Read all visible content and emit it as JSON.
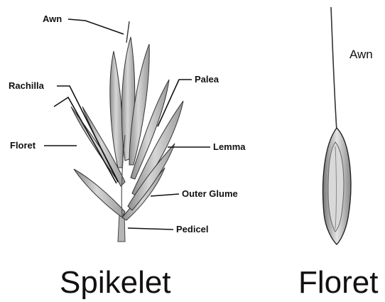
{
  "spikelet": {
    "title": "Spikelet",
    "labels": {
      "awn": "Awn",
      "rachilla": "Rachilla",
      "palea": "Palea",
      "floret": "Floret",
      "lemma": "Lemma",
      "outer_glume": "Outer Glume",
      "pedicel": "Pedicel"
    }
  },
  "floret": {
    "title": "Floret",
    "labels": {
      "awn": "Awn"
    }
  },
  "colors": {
    "ink": "#111111",
    "leaf_fill": "#c9c9c9",
    "leaf_dark": "#7a7a7a",
    "background": "#ffffff"
  }
}
